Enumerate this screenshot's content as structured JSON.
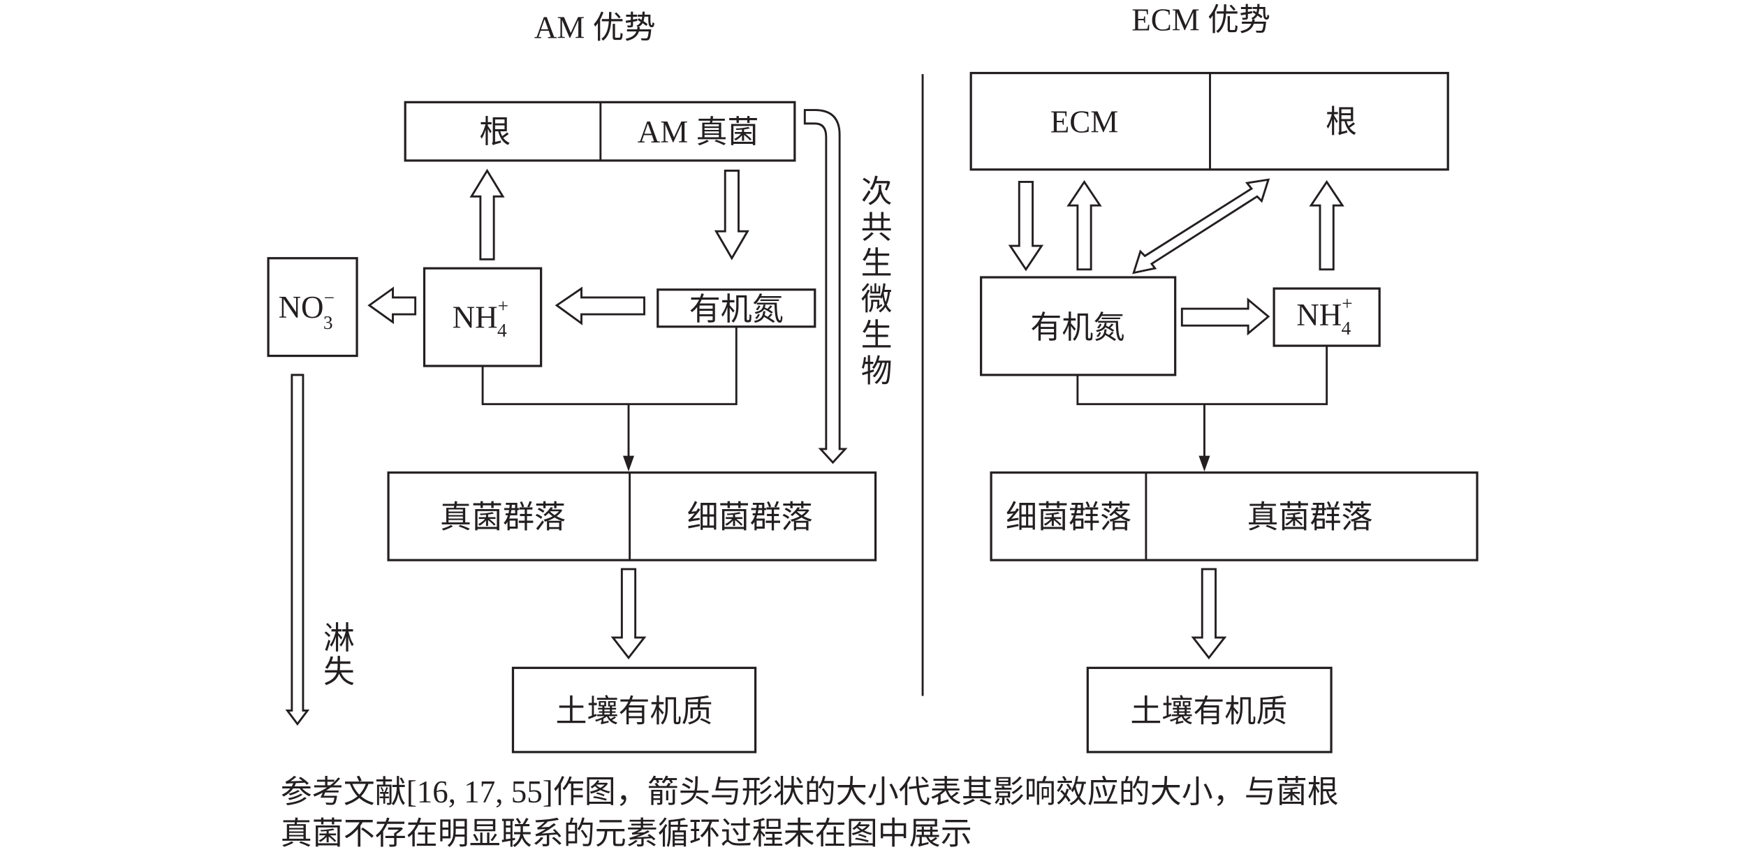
{
  "figure": {
    "am_panel": {
      "title": "AM 优势",
      "top_box": {
        "left": "根",
        "right": "AM 真菌"
      },
      "nitrate": {
        "base": "NO",
        "sub": "3",
        "sup": "−"
      },
      "ammonium": {
        "base": "NH",
        "sub": "4",
        "sup": "+"
      },
      "organic_n": "有机氮",
      "side_label": [
        "次",
        "共",
        "生",
        "微",
        "生",
        "物"
      ],
      "community_box": {
        "left": "真菌群落",
        "right": "细菌群落"
      },
      "soil_om": "土壤有机质",
      "leaching_label": [
        "淋",
        "失"
      ]
    },
    "ecm_panel": {
      "title": "ECM 优势",
      "top_box": {
        "left": "ECM",
        "right": "根"
      },
      "organic_n": "有机氮",
      "ammonium": {
        "base": "NH",
        "sub": "4",
        "sup": "+"
      },
      "community_box": {
        "left": "细菌群落",
        "right": "真菌群落"
      },
      "soil_om": "土壤有机质"
    },
    "caption": {
      "line1": "参考文献[16, 17, 55]作图，箭头与形状的大小代表其影响效应的大小，与菌根",
      "line2": "真菌不存在明显联系的元素循环过程未在图中展示"
    }
  }
}
